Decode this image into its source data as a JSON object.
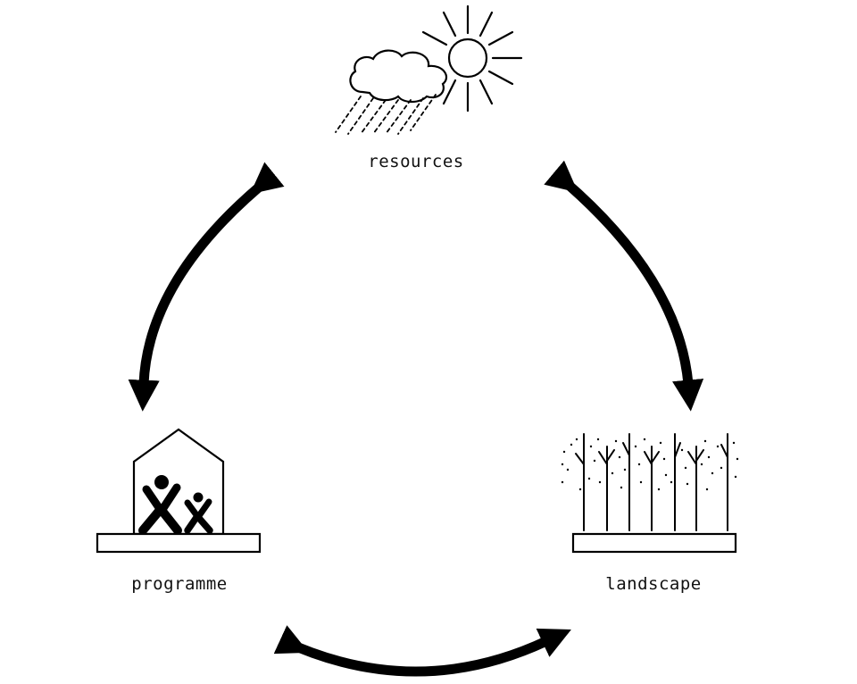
{
  "nodes": {
    "resources": {
      "label": "resources",
      "icon": "sun-cloud-rain-icon"
    },
    "programme": {
      "label": "programme",
      "icon": "house-people-icon"
    },
    "landscape": {
      "label": "landscape",
      "icon": "trees-icon"
    }
  },
  "edges": [
    {
      "from": "resources",
      "to": "programme",
      "type": "bidirectional"
    },
    {
      "from": "resources",
      "to": "landscape",
      "type": "bidirectional"
    },
    {
      "from": "programme",
      "to": "landscape",
      "type": "bidirectional"
    }
  ],
  "colors": {
    "stroke": "#000000",
    "background": "#ffffff"
  }
}
